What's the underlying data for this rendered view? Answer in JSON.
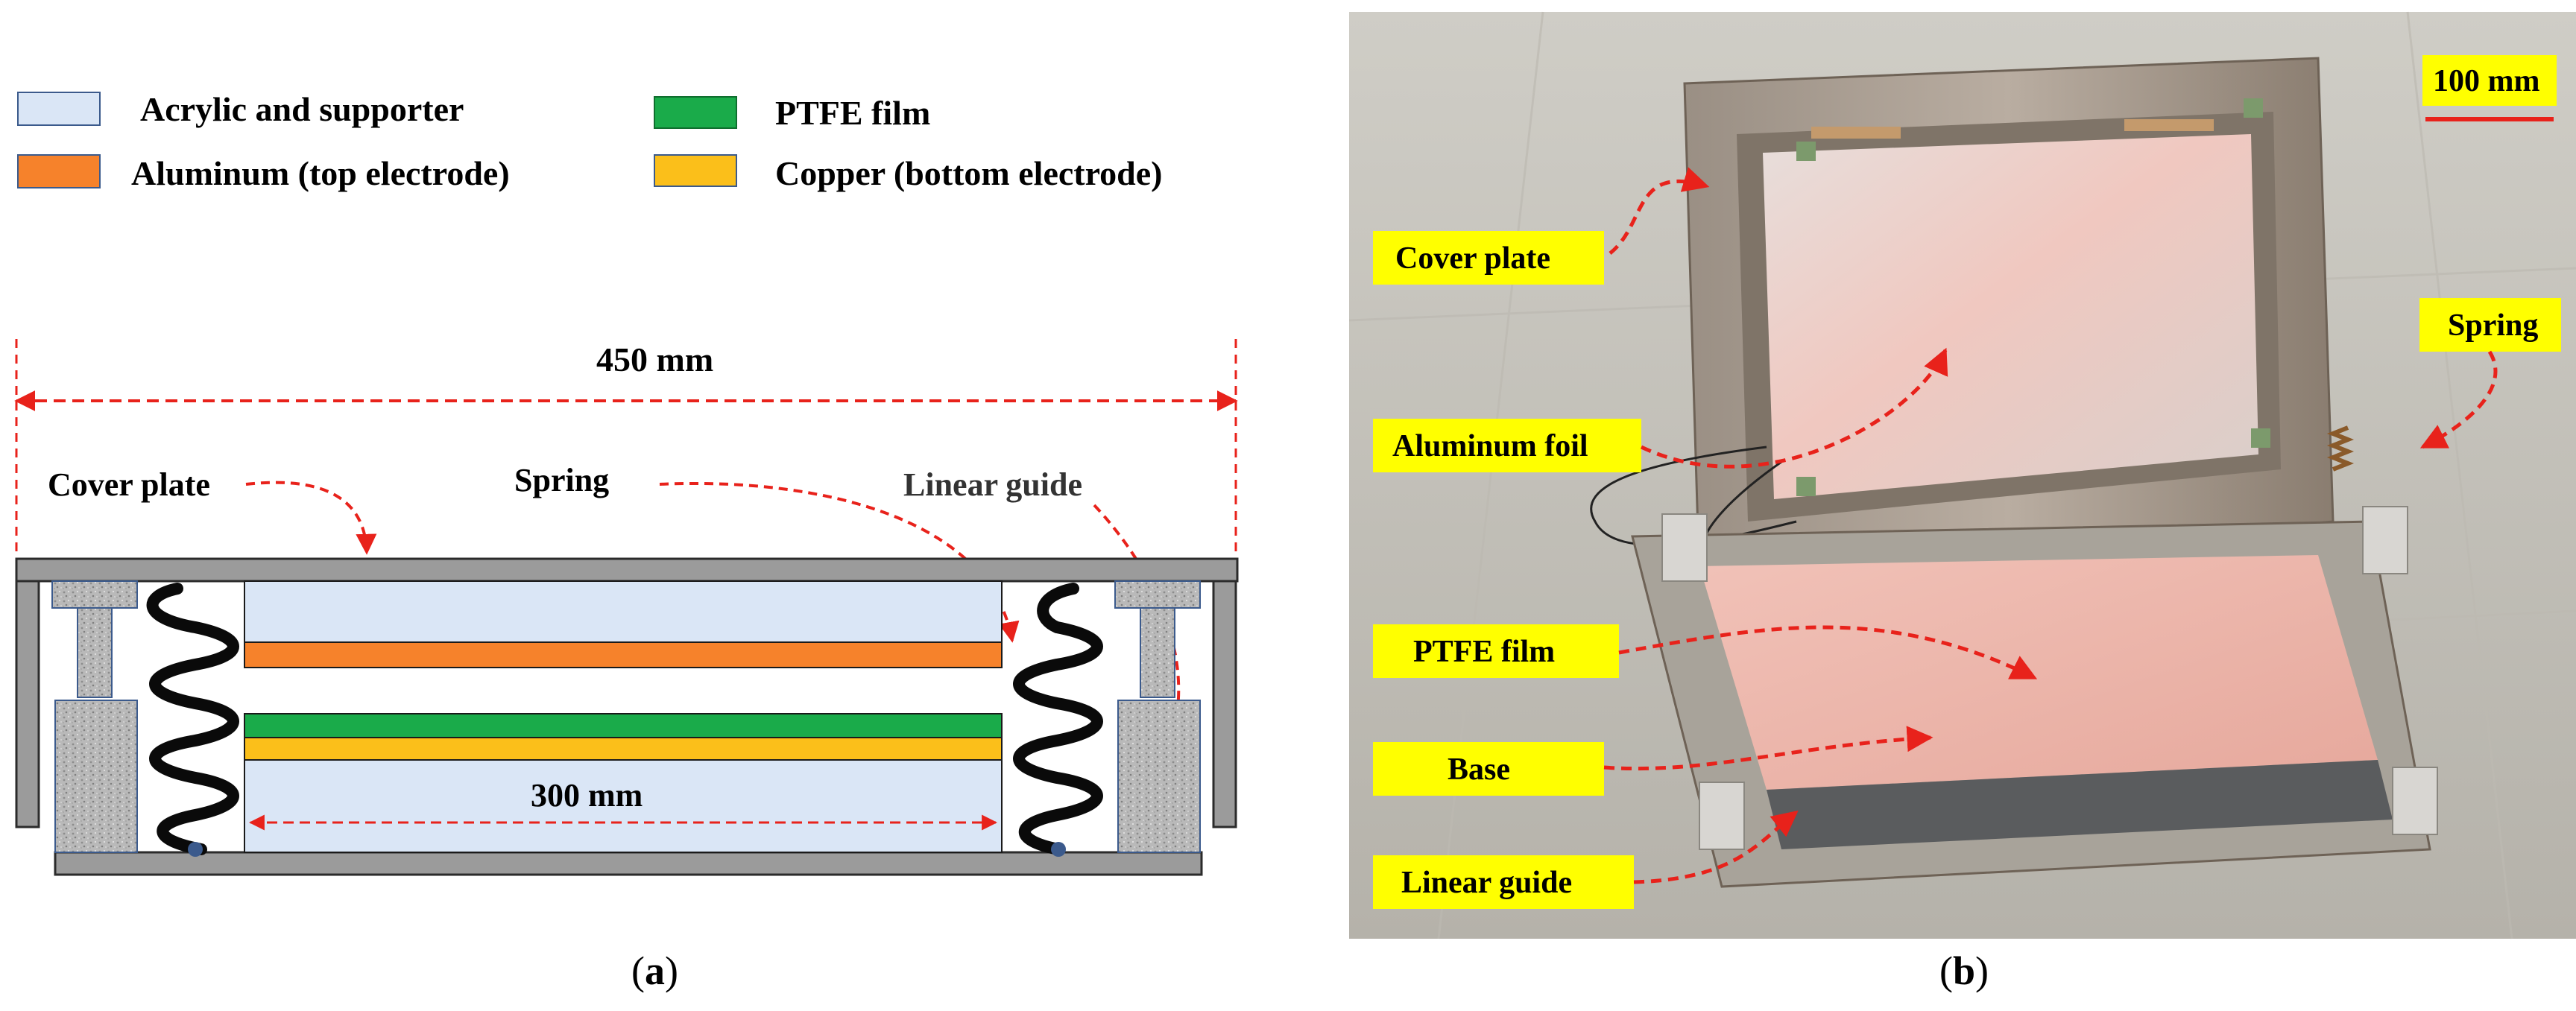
{
  "panel_a": {
    "legend": [
      {
        "label": "Acrylic and supporter",
        "color": "#dae6f6"
      },
      {
        "label": "PTFE film",
        "color": "#1aab4a"
      },
      {
        "label": "Aluminum (top electrode)",
        "color": "#f6822b"
      },
      {
        "label": "Copper (bottom electrode)",
        "color": "#fbbf1a"
      }
    ],
    "dim_overall": "450 mm",
    "dim_inner": "300 mm",
    "labels": {
      "cover_plate": "Cover plate",
      "spring": "Spring",
      "linear_guide": "Linear guide"
    },
    "caption": {
      "open": "(",
      "letter": "a",
      "close": ")"
    }
  },
  "panel_b": {
    "scale_bar": "100 mm",
    "labels": {
      "cover_plate": "Cover plate",
      "aluminum_foil": "Aluminum foil",
      "ptfe_film": "PTFE film",
      "base": "Base",
      "linear_guide": "Linear guide",
      "spring": "Spring"
    },
    "caption": {
      "open": "(",
      "letter": "b",
      "close": ")"
    }
  },
  "colors": {
    "acrylic": "#dae6f6",
    "ptfe": "#1aab4a",
    "aluminum": "#f6822b",
    "copper": "#fbbf1a",
    "plate_gray": "#9b9b9b",
    "annotation_red": "#e8221b",
    "label_yellow": "#ffff00"
  }
}
